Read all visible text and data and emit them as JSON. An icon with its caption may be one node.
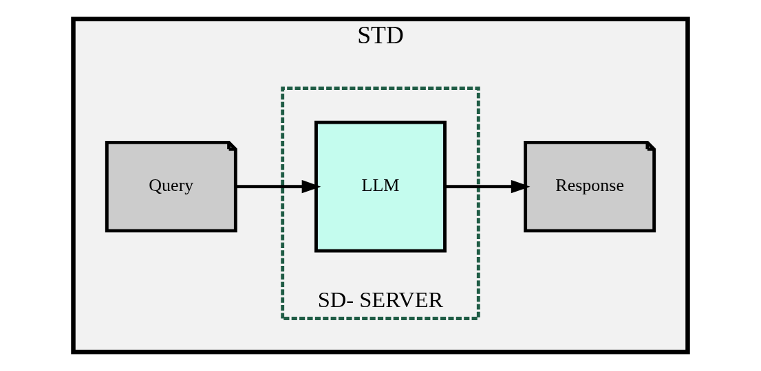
{
  "diagram": {
    "nodes": [
      {
        "text": [
          "STD"
        ]
      },
      {
        "text": [
          "Query"
        ],
        "in": 0
      },
      {
        "text": [
          "SD- SERVER"
        ],
        "in": 0
      },
      {
        "text": [
          "LLM"
        ],
        "in": 2
      },
      {
        "text": [
          "Response"
        ],
        "in": 0
      }
    ],
    "edges": [
      {
        "from": 1,
        "to": 3,
        "arrow": "to"
      },
      {
        "from": 3,
        "to": 4,
        "arrow": "to"
      }
    ]
  }
}
